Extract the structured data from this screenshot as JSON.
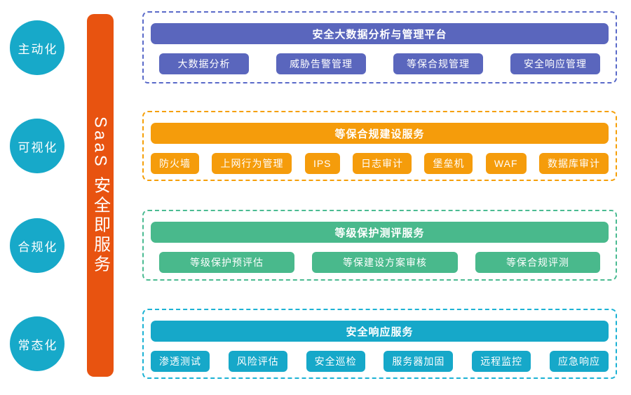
{
  "colors": {
    "cyan": "#17a9c9",
    "purple": "#5a66bd",
    "orange": "#f59c0b",
    "green": "#49b98c",
    "bar_orange": "#e85310"
  },
  "left_labels": [
    {
      "label": "主动化"
    },
    {
      "label": "可视化"
    },
    {
      "label": "合规化"
    },
    {
      "label": "常态化"
    }
  ],
  "center_bar": {
    "label": "SaaS 安全即服务"
  },
  "panels": [
    {
      "title": "安全大数据分析与管理平台",
      "theme": "purple",
      "items": [
        "大数据分析",
        "威胁告警管理",
        "等保合规管理",
        "安全响应管理"
      ]
    },
    {
      "title": "等保合规建设服务",
      "theme": "orange",
      "items": [
        "防火墙",
        "上网行为管理",
        "IPS",
        "日志审计",
        "堡垒机",
        "WAF",
        "数据库审计"
      ]
    },
    {
      "title": "等级保护测评服务",
      "theme": "green",
      "items": [
        "等级保护预评估",
        "等保建设方案审核",
        "等保合规评测"
      ]
    },
    {
      "title": "安全响应服务",
      "theme": "cyan",
      "items": [
        "渗透测试",
        "风险评估",
        "安全巡检",
        "服务器加固",
        "远程监控",
        "应急响应"
      ]
    }
  ]
}
